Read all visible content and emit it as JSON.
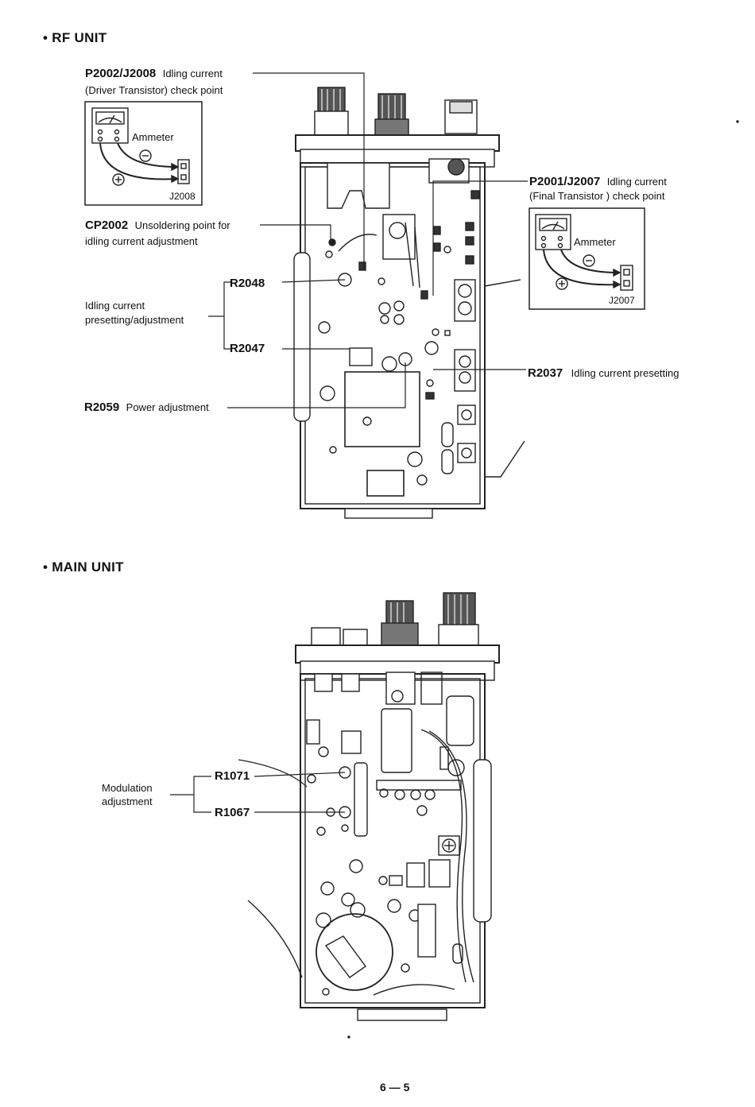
{
  "page": {
    "rf_section_title": "• RF UNIT",
    "main_section_title": "• MAIN UNIT",
    "page_number": "6 — 5"
  },
  "rf_unit": {
    "p2002": {
      "ref": "P2002/J2008",
      "desc_1": "Idling current",
      "desc_2": "(Driver Transistor) check point"
    },
    "ammeter_left": {
      "label": "Ammeter",
      "jack": "J2008",
      "minus": "⊖",
      "plus": "⊕"
    },
    "cp2002": {
      "ref": "CP2002",
      "desc_1": "Unsoldering point for",
      "desc_2": "idling current adjustment"
    },
    "idling_group": {
      "line_1": "Idling current",
      "line_2": "presetting/adjustment"
    },
    "r2048": {
      "ref": "R2048"
    },
    "r2047": {
      "ref": "R2047"
    },
    "r2059": {
      "ref": "R2059",
      "desc": "Power adjustment"
    },
    "p2001": {
      "ref": "P2001/J2007",
      "desc_1": "Idling current",
      "desc_2": "(Final Transistor ) check point"
    },
    "ammeter_right": {
      "label": "Ammeter",
      "jack": "J2007",
      "minus": "⊖",
      "plus": "⊕"
    },
    "r2037": {
      "ref": "R2037",
      "desc": "Idling current presetting"
    }
  },
  "main_unit": {
    "modulation": {
      "line_1": "Modulation",
      "line_2": "adjustment"
    },
    "r1071": {
      "ref": "R1071"
    },
    "r1067": {
      "ref": "R1067"
    }
  }
}
